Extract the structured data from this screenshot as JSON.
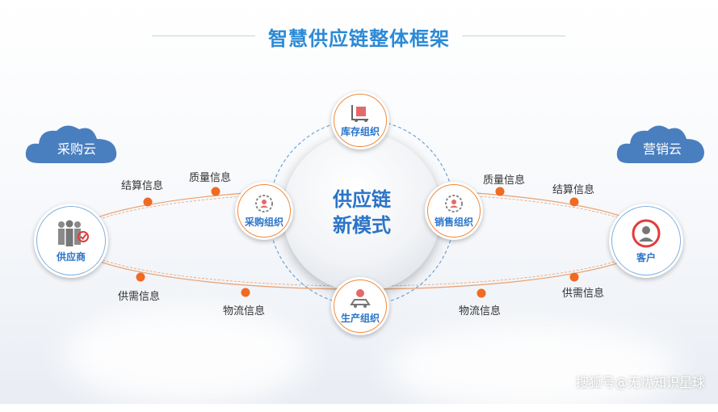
{
  "title": "智慧供应链整体框架",
  "center": {
    "line1": "供应链",
    "line2": "新模式"
  },
  "clouds": {
    "left": "采购云",
    "right": "营销云"
  },
  "nodes": {
    "supplier": "供应商",
    "customer": "客户",
    "inventory": "库存组织",
    "purchasing": "采购组织",
    "sales": "销售组织",
    "production": "生产组织"
  },
  "info_labels": {
    "settlement_left": "结算信息",
    "quality_left": "质量信息",
    "quality_right": "质量信息",
    "settlement_right": "结算信息",
    "supply_demand_left": "供需信息",
    "logistics_left": "物流信息",
    "logistics_right": "物流信息",
    "supply_demand_right": "供需信息"
  },
  "watermark": "搜狐号@无忧知识星球",
  "colors": {
    "accent_blue": "#2b74c7",
    "accent_orange": "#f08a3c",
    "cloud": "#4a7fbf"
  }
}
